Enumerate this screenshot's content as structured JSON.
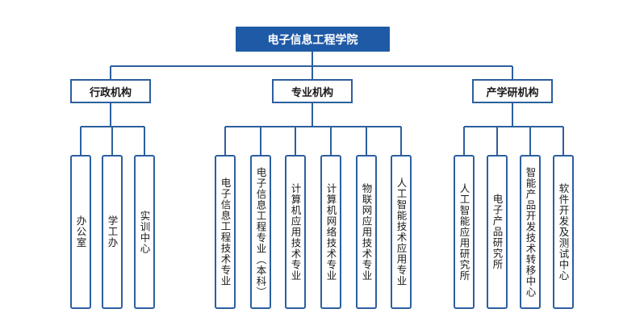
{
  "root": "电子信息工程学院",
  "groups": [
    {
      "label": "行政机构",
      "children": [
        "办公室",
        "学工办",
        "实训中心"
      ]
    },
    {
      "label": "专业机构",
      "children": [
        "电子信息工程技术专业",
        "电子信息工程专业（本科）",
        "计算机应用技术专业",
        "计算机网络技术专业",
        "物联网应用技术专业",
        "人工智能技术应用专业"
      ]
    },
    {
      "label": "产学研机构",
      "children": [
        "人工智能应用研究所",
        "电子产品研究所",
        "智能产品开发技术转移中心",
        "软件开发及测试中心"
      ]
    }
  ],
  "colors": {
    "line": "#2c5f9e",
    "root_fill": "#1f5aa6"
  }
}
